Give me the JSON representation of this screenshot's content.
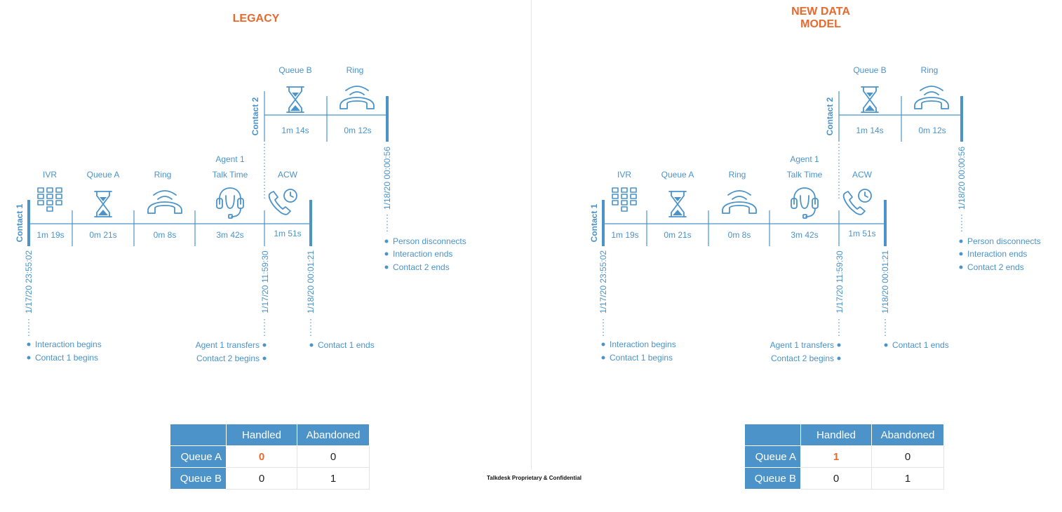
{
  "footer": "Talkdesk Proprietary & Confidential",
  "colors": {
    "accent": "#4b93c9",
    "highlight": "#e8692e"
  },
  "icons": {
    "ivr": "keypad-icon",
    "queue": "hourglass-icon",
    "ring": "ringing-phone-icon",
    "talk": "headset-icon",
    "acw": "phone-clock-icon"
  },
  "panels": [
    {
      "title": "LEGACY",
      "contact1": {
        "label": "Contact 1",
        "stages": [
          {
            "name": "IVR",
            "duration": "1m 19s"
          },
          {
            "name": "Queue A",
            "duration": "0m 21s"
          },
          {
            "name": "Ring",
            "duration": "0m 8s"
          },
          {
            "name": "Agent 1\nTalk Time",
            "duration": "3m 42s"
          },
          {
            "name": "ACW",
            "duration": "1m 51s"
          }
        ]
      },
      "contact2": {
        "label": "Contact 2",
        "stages": [
          {
            "name": "Queue B",
            "duration": "1m 14s"
          },
          {
            "name": "Ring",
            "duration": "0m 12s"
          }
        ]
      },
      "timestamps": {
        "start": "1/17/20 23:55:02",
        "transfer": "1/17/20 11:59:30",
        "c1_end": "1/18/20 00:01:21",
        "c2_end": "1/18/20 00:00:56"
      },
      "events": {
        "start": [
          "Interaction begins",
          "Contact 1 begins"
        ],
        "transfer": [
          "Agent 1 transfers",
          "Contact 2 begins"
        ],
        "c1_end": [
          "Contact 1 ends"
        ],
        "c2_end": [
          "Person disconnects",
          "Interaction ends",
          "Contact 2 ends"
        ]
      },
      "table": {
        "columns": [
          "",
          "Handled",
          "Abandoned"
        ],
        "rows": [
          {
            "label": "Queue A",
            "handled": "0",
            "abandoned": "0"
          },
          {
            "label": "Queue B",
            "handled": "0",
            "abandoned": "1"
          }
        ]
      }
    },
    {
      "title": "NEW DATA\nMODEL",
      "contact1": {
        "label": "Contact 1",
        "stages": [
          {
            "name": "IVR",
            "duration": "1m 19s"
          },
          {
            "name": "Queue A",
            "duration": "0m 21s"
          },
          {
            "name": "Ring",
            "duration": "0m 8s"
          },
          {
            "name": "Agent 1\nTalk Time",
            "duration": "3m 42s"
          },
          {
            "name": "ACW",
            "duration": "1m 51s"
          }
        ]
      },
      "contact2": {
        "label": "Contact 2",
        "stages": [
          {
            "name": "Queue B",
            "duration": "1m 14s"
          },
          {
            "name": "Ring",
            "duration": "0m 12s"
          }
        ]
      },
      "timestamps": {
        "start": "1/17/20 23:55:02",
        "transfer": "1/17/20 11:59:30",
        "c1_end": "1/18/20 00:01:21",
        "c2_end": "1/18/20 00:00:56"
      },
      "events": {
        "start": [
          "Interaction begins",
          "Contact 1 begins"
        ],
        "transfer": [
          "Agent 1 transfers",
          "Contact 2 begins"
        ],
        "c1_end": [
          "Contact 1 ends"
        ],
        "c2_end": [
          "Person disconnects",
          "Interaction ends",
          "Contact 2 ends"
        ]
      },
      "table": {
        "columns": [
          "",
          "Handled",
          "Abandoned"
        ],
        "rows": [
          {
            "label": "Queue A",
            "handled": "1",
            "abandoned": "0"
          },
          {
            "label": "Queue B",
            "handled": "0",
            "abandoned": "1"
          }
        ]
      }
    }
  ]
}
